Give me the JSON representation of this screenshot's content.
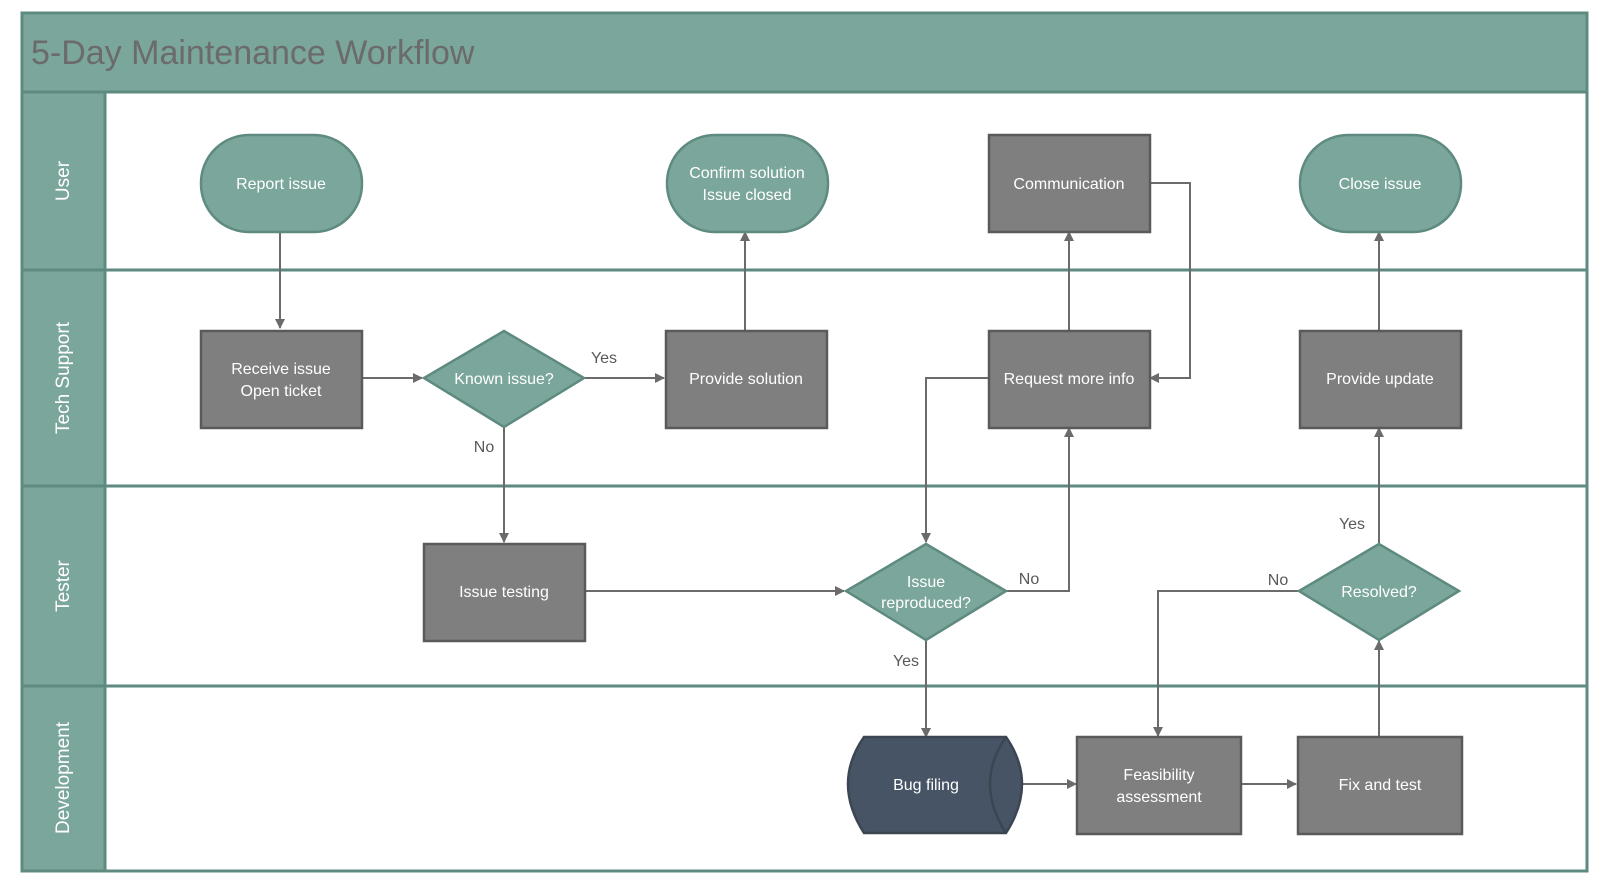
{
  "title": "5-Day Maintenance Workflow",
  "colors": {
    "band": "#7ba69b",
    "border": "#5e8a80",
    "teal_shape": "#7ba69b",
    "gray_shape": "#7f7f7f",
    "dark_shape": "#465466",
    "connector": "#6b6b6b",
    "title_text": "#6b6b6b"
  },
  "lanes": [
    {
      "label": "User"
    },
    {
      "label": "Tech Support"
    },
    {
      "label": "Tester"
    },
    {
      "label": "Development"
    }
  ],
  "nodes": {
    "report_issue": {
      "lines": [
        "Report issue"
      ],
      "shape": "terminator"
    },
    "confirm_solution": {
      "lines": [
        "Confirm solution",
        "Issue closed"
      ],
      "shape": "terminator"
    },
    "communication": {
      "lines": [
        "Communication"
      ],
      "shape": "process"
    },
    "close_issue": {
      "lines": [
        "Close issue"
      ],
      "shape": "terminator"
    },
    "receive_issue": {
      "lines": [
        "Receive issue",
        "Open ticket"
      ],
      "shape": "process"
    },
    "known_issue": {
      "lines": [
        "Known issue?"
      ],
      "shape": "decision"
    },
    "provide_solution": {
      "lines": [
        "Provide solution"
      ],
      "shape": "process"
    },
    "request_more_info": {
      "lines": [
        "Request more info"
      ],
      "shape": "process"
    },
    "provide_update": {
      "lines": [
        "Provide update"
      ],
      "shape": "process"
    },
    "issue_testing": {
      "lines": [
        "Issue testing"
      ],
      "shape": "process"
    },
    "issue_reproduced": {
      "lines": [
        "Issue",
        "reproduced?"
      ],
      "shape": "decision"
    },
    "resolved": {
      "lines": [
        "Resolved?"
      ],
      "shape": "decision"
    },
    "bug_filing": {
      "lines": [
        "Bug filing"
      ],
      "shape": "direct-access-storage"
    },
    "feasibility": {
      "lines": [
        "Feasibility",
        "assessment"
      ],
      "shape": "process"
    },
    "fix_and_test": {
      "lines": [
        "Fix and test"
      ],
      "shape": "process"
    }
  },
  "edges": [
    {
      "from": "report_issue",
      "to": "receive_issue",
      "label": ""
    },
    {
      "from": "receive_issue",
      "to": "known_issue",
      "label": ""
    },
    {
      "from": "known_issue",
      "to": "provide_solution",
      "label": "Yes"
    },
    {
      "from": "known_issue",
      "to": "issue_testing",
      "label": "No"
    },
    {
      "from": "provide_solution",
      "to": "confirm_solution",
      "label": ""
    },
    {
      "from": "issue_testing",
      "to": "issue_reproduced",
      "label": ""
    },
    {
      "from": "issue_reproduced",
      "to": "request_more_info",
      "label": "No"
    },
    {
      "from": "issue_reproduced",
      "to": "bug_filing",
      "label": "Yes"
    },
    {
      "from": "request_more_info",
      "to": "communication",
      "label": ""
    },
    {
      "from": "communication",
      "to": "request_more_info",
      "label": ""
    },
    {
      "from": "request_more_info",
      "to": "issue_reproduced",
      "label": ""
    },
    {
      "from": "bug_filing",
      "to": "feasibility",
      "label": ""
    },
    {
      "from": "feasibility",
      "to": "fix_and_test",
      "label": ""
    },
    {
      "from": "fix_and_test",
      "to": "resolved",
      "label": ""
    },
    {
      "from": "resolved",
      "to": "provide_update",
      "label": "Yes"
    },
    {
      "from": "resolved",
      "to": "feasibility",
      "label": "No"
    },
    {
      "from": "provide_update",
      "to": "close_issue",
      "label": ""
    }
  ]
}
